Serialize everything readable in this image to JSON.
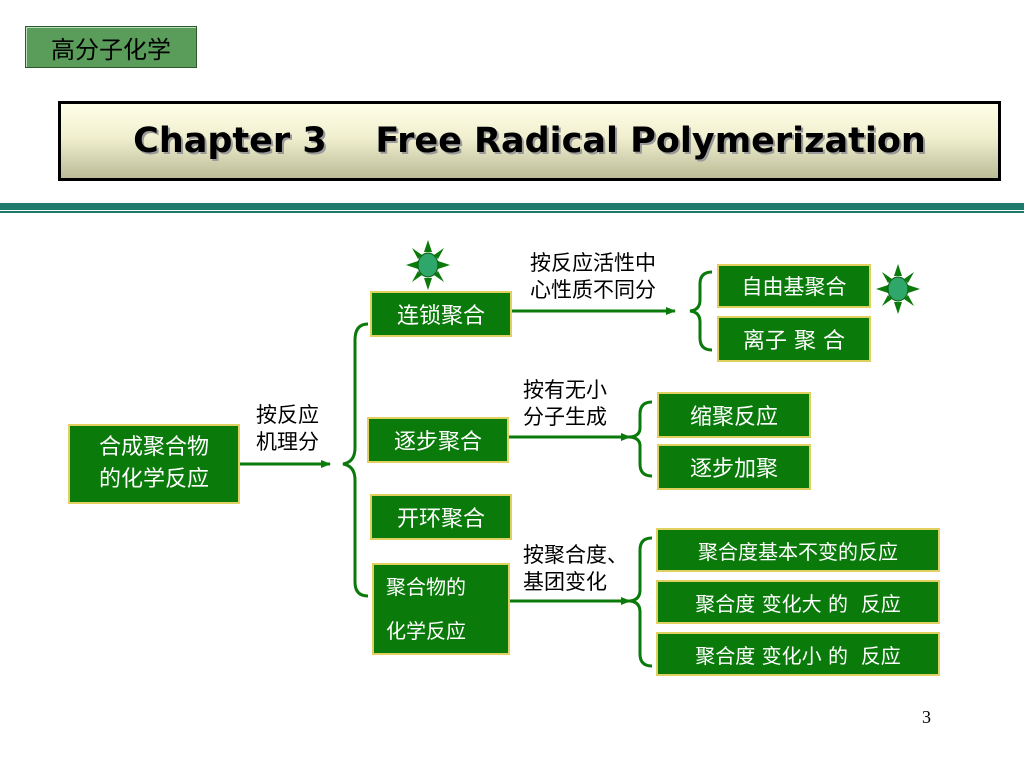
{
  "header": {
    "course": "高分子化学",
    "chapter_title": "Chapter 3    Free Radical Polymerization"
  },
  "diagram": {
    "root": "合成聚合物\n的化学反应",
    "root_label": "按反应\n机理分",
    "types": {
      "chain": "连锁聚合",
      "step": "逐步聚合",
      "ring": "开环聚合",
      "polymer_reaction": "聚合物的\n化学反应"
    },
    "chain_label": "按反应活性中\n心性质不同分",
    "chain_subtypes": [
      "自由基聚合",
      "离子 聚 合"
    ],
    "step_label": "按有无小\n分子生成",
    "step_subtypes": [
      "缩聚反应",
      "逐步加聚"
    ],
    "polymer_label": "按聚合度、\n基团变化",
    "polymer_subtypes": [
      "聚合度基本不变的反应",
      "聚合度 变化大 的  反应",
      "聚合度 变化小 的  反应"
    ]
  },
  "page_number": "3",
  "colors": {
    "box_fill": "#0a7a0a",
    "box_border": "#e0d060",
    "connector": "#0a7a0a",
    "rule": "#1f7a6e"
  },
  "icons": [
    "star-burst-icon"
  ]
}
